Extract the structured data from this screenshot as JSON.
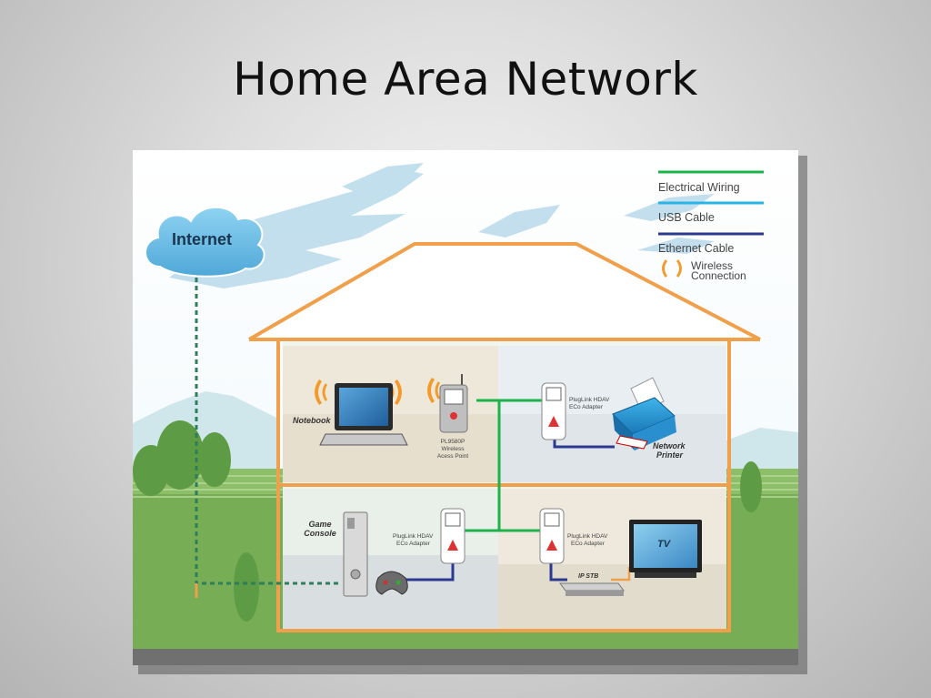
{
  "slide": {
    "title": "Home Area Network"
  },
  "legend": {
    "electrical": "Electrical Wiring",
    "usb": "USB Cable",
    "ethernet": "Ethernet Cable",
    "wireless_line1": "Wireless",
    "wireless_line2": "Connection"
  },
  "cloud": {
    "label": "Internet"
  },
  "devices": {
    "notebook": "Notebook",
    "access_point_line1": "PL9580P",
    "access_point_line2": "Wireless",
    "access_point_line3": "Acess Point",
    "adapter_line1": "PlugLink HDAV",
    "adapter_line2": "ECo Adapter",
    "printer_line1": "Network",
    "printer_line2": "Printer",
    "console_line1": "Game",
    "console_line2": "Console",
    "tv": "TV",
    "stb": "IP STB"
  },
  "colors": {
    "electrical": "#1db34a",
    "usb": "#2ab4e6",
    "ethernet": "#2b3990",
    "house_outline": "#f0a04b",
    "cloud": "#6fc2e8",
    "dsl": "#2e7d5b"
  }
}
